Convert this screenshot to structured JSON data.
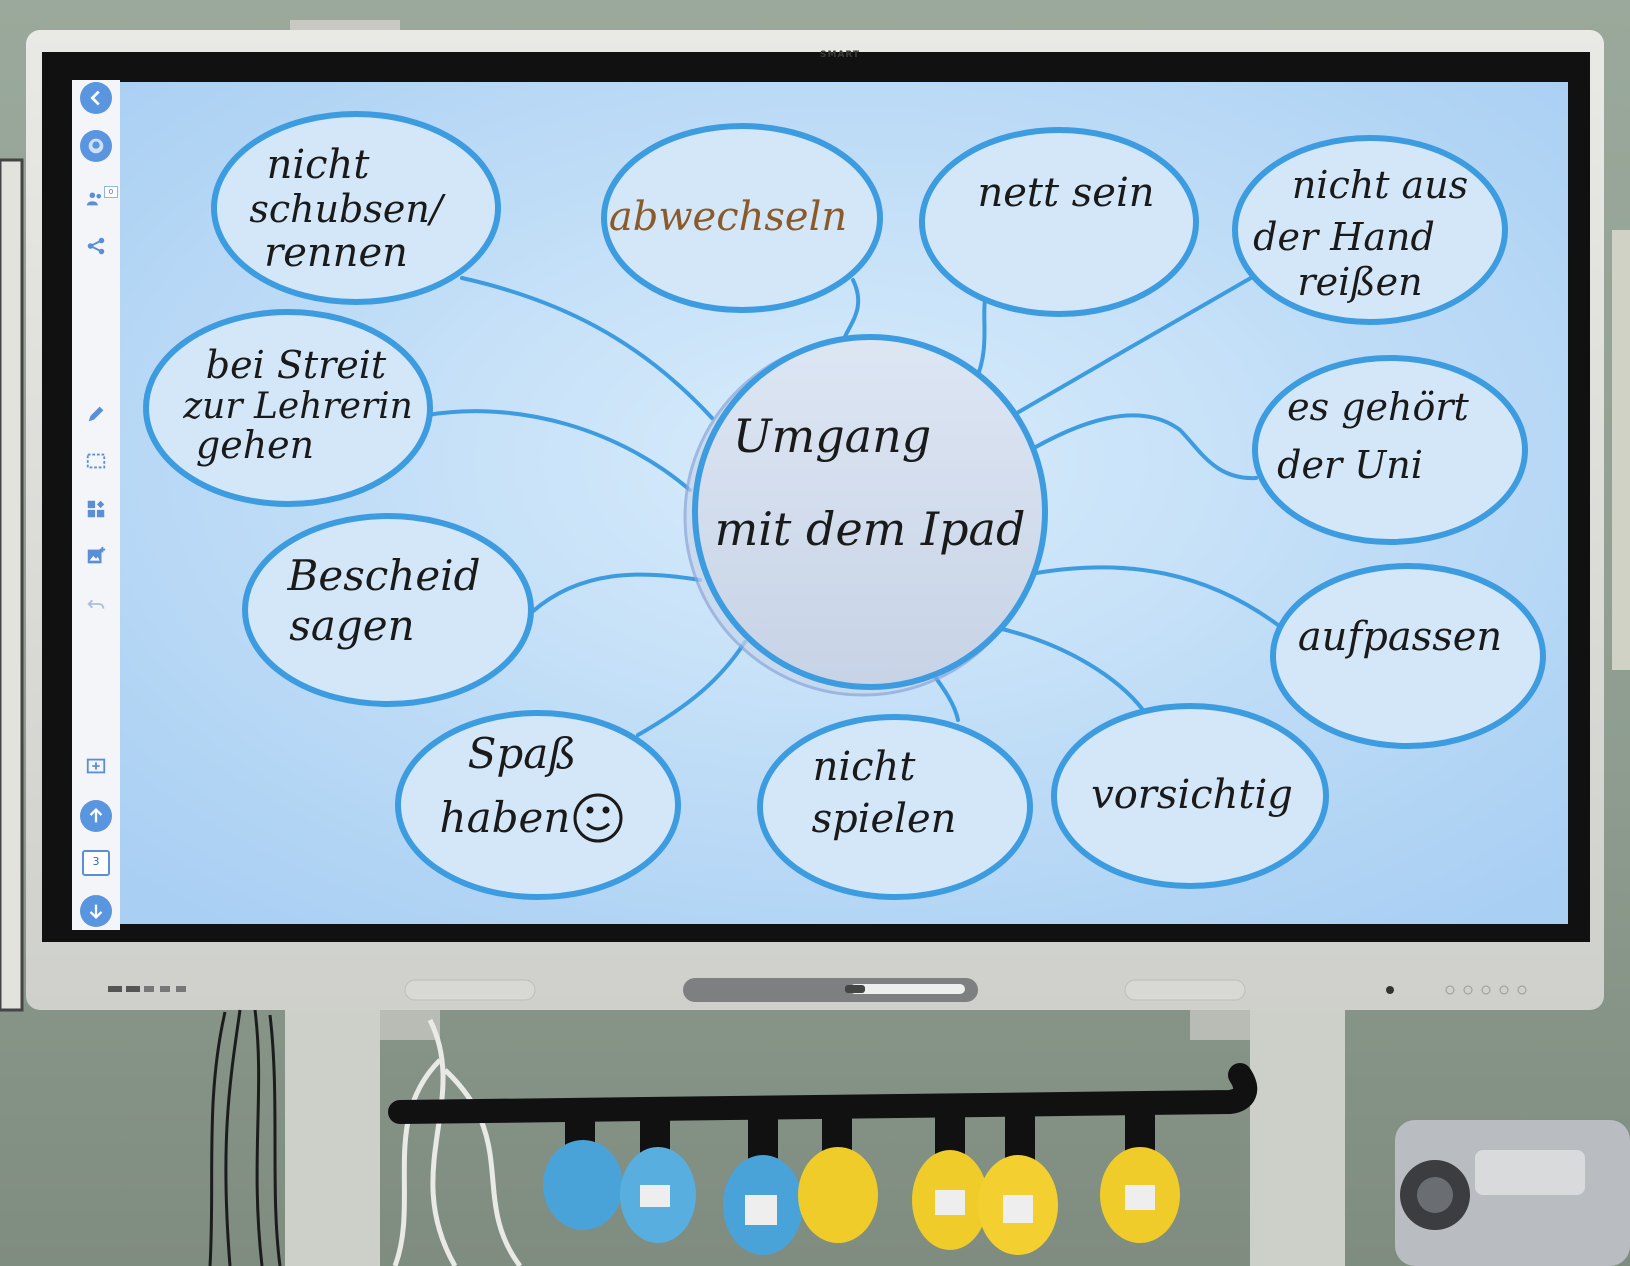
{
  "brand": {
    "logo_text": "SMART"
  },
  "toolbar": {
    "page_number": "3",
    "participants_count": "0"
  },
  "mindmap": {
    "center": {
      "line1": "Umgang",
      "line2": "mit dem Ipad"
    },
    "bubbles": [
      {
        "id": "schubsen",
        "lines": [
          "nicht",
          "schubsen/",
          "rennen"
        ]
      },
      {
        "id": "abwechseln",
        "lines": [
          "abwechseln"
        ]
      },
      {
        "id": "nett",
        "lines": [
          "nett sein"
        ]
      },
      {
        "id": "reissen",
        "lines": [
          "nicht aus",
          "der Hand",
          "reißen"
        ]
      },
      {
        "id": "streit",
        "lines": [
          "bei Streit",
          "zur Lehrerin",
          "gehen"
        ]
      },
      {
        "id": "uni",
        "lines": [
          "es gehört",
          "der Uni"
        ]
      },
      {
        "id": "bescheid",
        "lines": [
          "Bescheid",
          "sagen"
        ]
      },
      {
        "id": "aufpassen",
        "lines": [
          "aufpassen"
        ]
      },
      {
        "id": "spass",
        "lines": [
          "Spaß",
          "haben"
        ]
      },
      {
        "id": "spielen",
        "lines": [
          "nicht",
          "spielen"
        ]
      },
      {
        "id": "vorsichtig",
        "lines": [
          "vorsichtig"
        ]
      }
    ]
  },
  "colors": {
    "bubble_stroke": "#3d9be0",
    "bubble_fill": "#d3e7f8",
    "canvas_bg": "#b8daf7",
    "wall": "#8e9d8f",
    "earmuff_blue": "#4aa3d8",
    "earmuff_yellow": "#f0cc2a"
  },
  "icons": [
    "back-arrow-icon",
    "avatar-icon",
    "participants-icon",
    "share-icon",
    "pen-icon",
    "select-icon",
    "widgets-icon",
    "add-image-icon",
    "undo-icon",
    "add-page-icon",
    "page-up-icon",
    "pages-icon",
    "page-down-icon"
  ]
}
